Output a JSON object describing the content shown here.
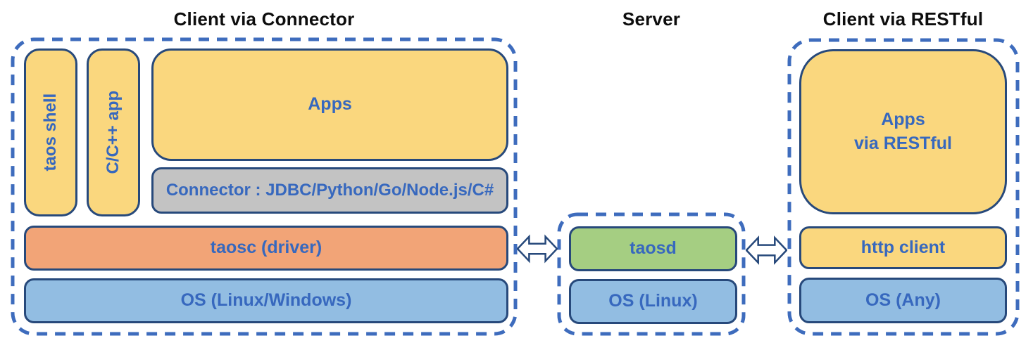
{
  "titles": {
    "client_connector": "Client via Connector",
    "server": "Server",
    "client_restful": "Client via RESTful"
  },
  "client_connector": {
    "taos_shell": "taos shell",
    "cpp_app": "C/C++ app",
    "apps": "Apps",
    "connector": "Connector : JDBC/Python/Go/Node.js/C#",
    "taosc": "taosc (driver)",
    "os": "OS (Linux/Windows)"
  },
  "server": {
    "taosd": "taosd",
    "os": "OS (Linux)"
  },
  "client_restful": {
    "apps": "Apps\nvia RESTful",
    "http_client": "http client",
    "os": "OS (Any)"
  },
  "icons": {
    "left_link": "bidirectional-arrow",
    "right_link": "bidirectional-arrow"
  },
  "colors": {
    "yellow": "#FAD77E",
    "orange": "#F2A477",
    "blue_box": "#92BDE2",
    "green": "#A5CE82",
    "gray": "#C3C3C3",
    "navy_border": "#27497B",
    "dashed_blue": "#3E6CBD",
    "label_blue": "#3768BE",
    "title_color": "#0D0D0D"
  }
}
